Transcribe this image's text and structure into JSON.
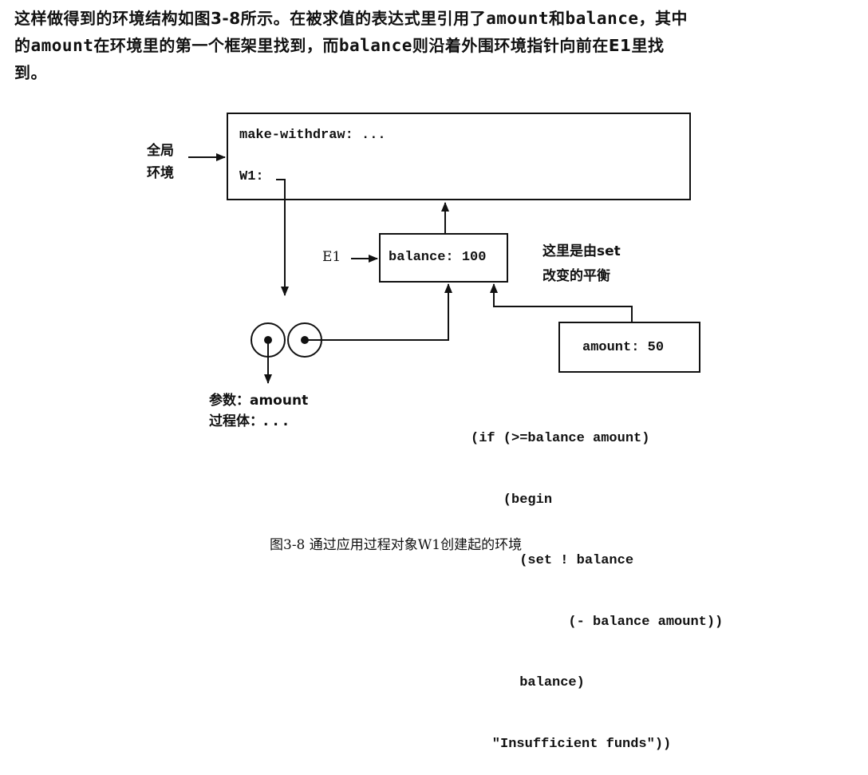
{
  "paragraph": {
    "l1a": "这样做得到的环境结构如图3-8所示。在被求值的表达式里引用了",
    "l1b": "amount",
    "l1c": "和",
    "l1d": "balance",
    "l1e": "，其中",
    "l2a": "的",
    "l2b": "amount",
    "l2c": "在环境里的第一个框架里找到，而",
    "l2d": "balance",
    "l2e": "则沿着外围环境指针向前在E1里找",
    "l3": "到。"
  },
  "diagram": {
    "global_label_1": "全局",
    "global_label_2": "环境",
    "global_frame_line1": "make-withdraw: ...",
    "global_frame_line2": "W1:",
    "e1_label": "E1",
    "e1_frame": "balance: 100",
    "note_line1": "这里是由set",
    "note_line2": "改变的平衡",
    "inner_frame": "amount: 50",
    "params_line1": "参数：amount",
    "params_line2": "过程体：. . .",
    "code": [
      "(if (>=balance amount)",
      "    (begin",
      "      (set ! balance",
      "            (- balance amount))",
      "      balance)",
      "    \"Insufficient funds\"))"
    ]
  },
  "caption": "图3-8   通过应用过程对象W1创建起的环境"
}
